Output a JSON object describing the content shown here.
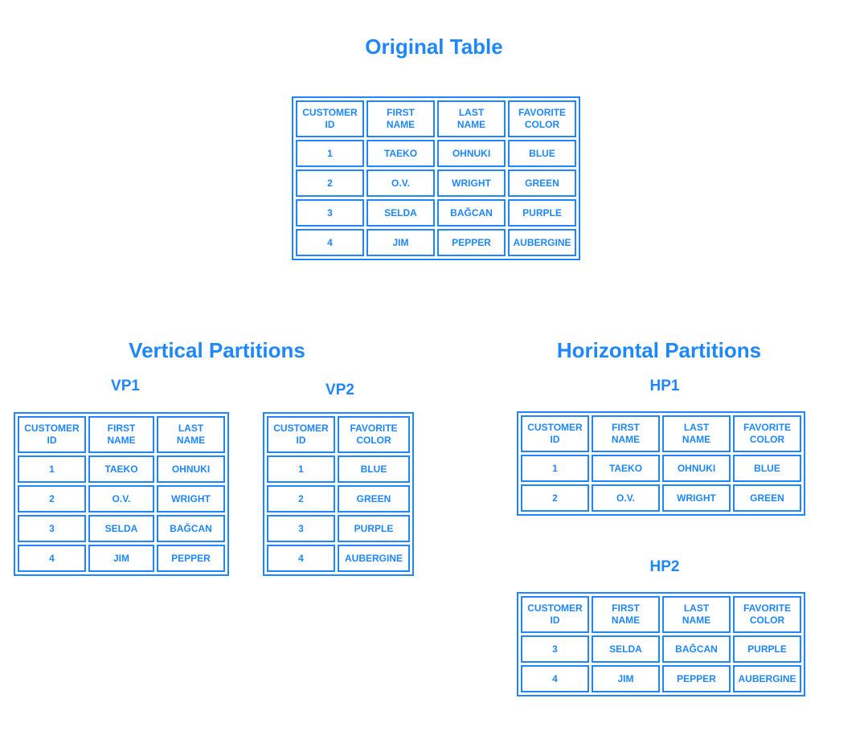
{
  "colors": {
    "accent": "#1E87FB",
    "background": "#FFFFFF"
  },
  "titles": {
    "original": "Original Table",
    "vertical": "Vertical Partitions",
    "horizontal": "Horizontal Partitions"
  },
  "labels": {
    "vp1": "VP1",
    "vp2": "VP2",
    "hp1": "HP1",
    "hp2": "HP2"
  },
  "tables": {
    "original": {
      "headers": [
        "CUSTOMER\nID",
        "FIRST\nNAME",
        "LAST\nNAME",
        "FAVORITE\nCOLOR"
      ],
      "rows": [
        [
          "1",
          "TAEKO",
          "OHNUKI",
          "BLUE"
        ],
        [
          "2",
          "O.V.",
          "WRIGHT",
          "GREEN"
        ],
        [
          "3",
          "SELDA",
          "BAĞCAN",
          "PURPLE"
        ],
        [
          "4",
          "JIM",
          "PEPPER",
          "AUBERGINE"
        ]
      ]
    },
    "vp1": {
      "headers": [
        "CUSTOMER\nID",
        "FIRST\nNAME",
        "LAST\nNAME"
      ],
      "rows": [
        [
          "1",
          "TAEKO",
          "OHNUKI"
        ],
        [
          "2",
          "O.V.",
          "WRIGHT"
        ],
        [
          "3",
          "SELDA",
          "BAĞCAN"
        ],
        [
          "4",
          "JIM",
          "PEPPER"
        ]
      ]
    },
    "vp2": {
      "headers": [
        "CUSTOMER\nID",
        "FAVORITE\nCOLOR"
      ],
      "rows": [
        [
          "1",
          "BLUE"
        ],
        [
          "2",
          "GREEN"
        ],
        [
          "3",
          "PURPLE"
        ],
        [
          "4",
          "AUBERGINE"
        ]
      ]
    },
    "hp1": {
      "headers": [
        "CUSTOMER\nID",
        "FIRST\nNAME",
        "LAST\nNAME",
        "FAVORITE\nCOLOR"
      ],
      "rows": [
        [
          "1",
          "TAEKO",
          "OHNUKI",
          "BLUE"
        ],
        [
          "2",
          "O.V.",
          "WRIGHT",
          "GREEN"
        ]
      ]
    },
    "hp2": {
      "headers": [
        "CUSTOMER\nID",
        "FIRST\nNAME",
        "LAST\nNAME",
        "FAVORITE\nCOLOR"
      ],
      "rows": [
        [
          "3",
          "SELDA",
          "BAĞCAN",
          "PURPLE"
        ],
        [
          "4",
          "JIM",
          "PEPPER",
          "AUBERGINE"
        ]
      ]
    }
  }
}
